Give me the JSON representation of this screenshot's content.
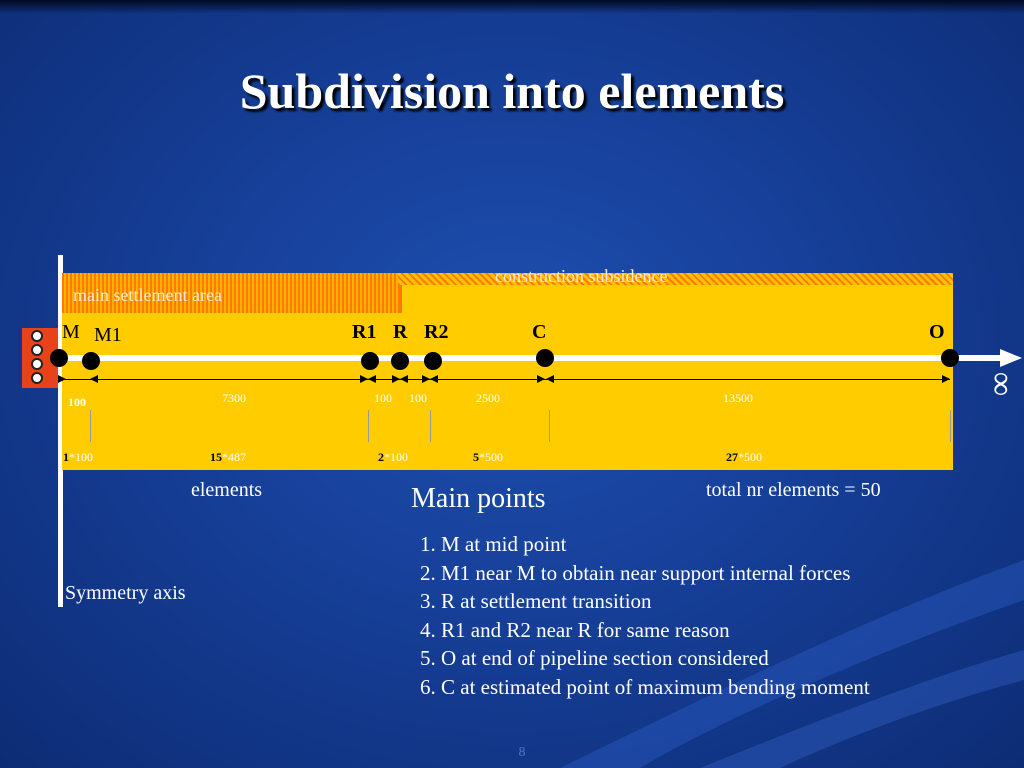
{
  "title": "Subdivision into elements",
  "areas": {
    "main_settlement": "main settlement area",
    "construction_subsidence": "construction subsidence"
  },
  "points": {
    "M": "M",
    "M1": "M1",
    "R1": "R1",
    "R": "R",
    "R2": "R2",
    "C": "C",
    "O": "O"
  },
  "infinity_symbol": "∞",
  "dimensions": {
    "d_M_M1": "100",
    "d_M1_R1": "7300",
    "d_R1_R": "100",
    "d_R_R2": "100",
    "d_R2_C": "2500",
    "d_C_O": "13500"
  },
  "element_groups": [
    {
      "count": "1",
      "size": "*100"
    },
    {
      "count": "15",
      "size": "*487"
    },
    {
      "count": "2",
      "size": "*100"
    },
    {
      "count": "5",
      "size": "*500"
    },
    {
      "count": "27",
      "size": "*500"
    }
  ],
  "labels": {
    "elements": "elements",
    "total": "total nr elements = 50",
    "main_points": "Main points",
    "symmetry_axis": "Symmetry axis"
  },
  "main_points_list": [
    "1. M at mid point",
    "2. M1 near M to obtain near support internal forces",
    "3. R at settlement transition",
    "4. R1 and R2 near R for same reason",
    "5. O at end of pipeline section considered",
    "6. C at estimated point of maximum bending moment"
  ],
  "page_number": "8",
  "colors": {
    "background": "#163f98",
    "band": "#ffcc00",
    "hatch": "#ff7a00",
    "support": "#e8421a",
    "node": "#000000"
  }
}
